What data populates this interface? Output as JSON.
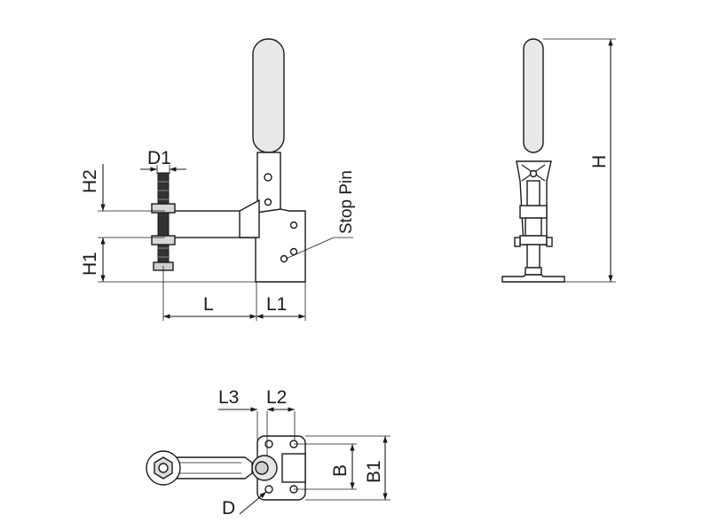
{
  "drawing": {
    "front_view": {
      "labels": {
        "d1": "D1",
        "h2": "H2",
        "h1": "H1",
        "l": "L",
        "l1": "L1",
        "stop_pin": "Stop Pin"
      }
    },
    "side_view": {
      "labels": {
        "h": "H"
      }
    },
    "top_view": {
      "labels": {
        "l3": "L3",
        "l2": "L2",
        "b": "B",
        "b1": "B1",
        "d": "D"
      }
    },
    "colors": {
      "line": "#1a1a1a",
      "part_fill": "#e8e8e8",
      "background": "#ffffff"
    }
  }
}
